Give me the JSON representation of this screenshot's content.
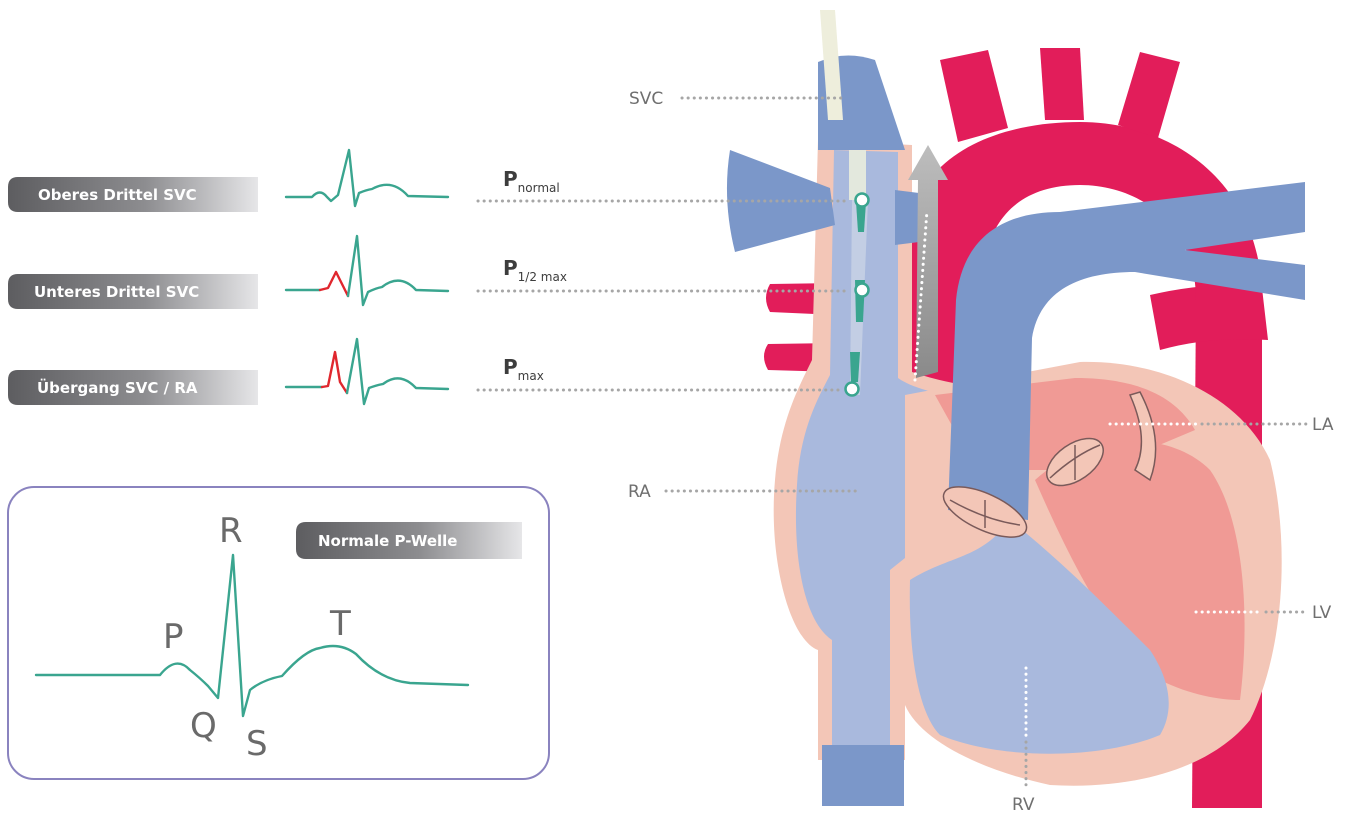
{
  "positions": [
    {
      "label": "Oberes Drittel SVC",
      "p_main": "P",
      "p_sub": "normal"
    },
    {
      "label": "Unteres Drittel SVC",
      "p_main": "P",
      "p_sub": "1/2 max"
    },
    {
      "label": "Übergang SVC / RA",
      "p_main": "P",
      "p_sub": "max"
    }
  ],
  "legend": {
    "title": "Normale P-Welle",
    "waves": {
      "p": "P",
      "q": "Q",
      "r": "R",
      "s": "S",
      "t": "T"
    }
  },
  "anatomy": {
    "svc": "SVC",
    "ra": "RA",
    "la": "LA",
    "lv": "LV",
    "rv": "RV"
  },
  "colors": {
    "vein_blue": "#7b97c9",
    "vein_inner": "#a9b9dd",
    "artery_red": "#e21d5a",
    "myocardium": "#f3c6b7",
    "ecg_green": "#3aa58f",
    "p_wave_red": "#e0272e",
    "legend_border": "#8a83bf",
    "pill_dark": "#6d6d6f"
  }
}
